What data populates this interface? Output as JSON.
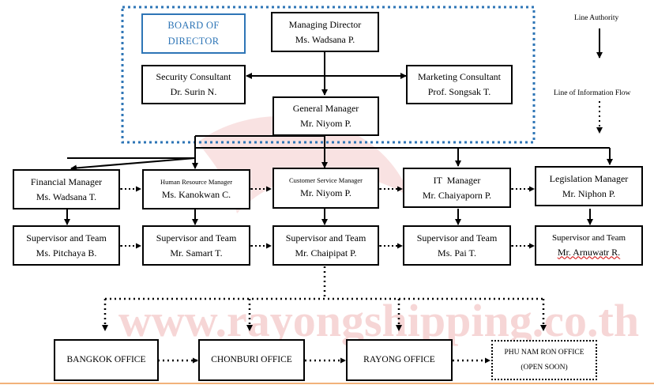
{
  "watermark": {
    "text": "www.rayongshipping.co.th",
    "color": "#f4c9c9"
  },
  "board": {
    "line1": "BOARD OF",
    "line2": "DIRECTOR"
  },
  "managing_director": {
    "title": "Managing Director",
    "name": "Ms. Wadsana P."
  },
  "security_consultant": {
    "title": "Security Consultant",
    "name": "Dr. Surin N."
  },
  "marketing_consultant": {
    "title": "Marketing Consultant",
    "name": "Prof. Songsak T."
  },
  "general_manager": {
    "title": "General Manager",
    "name": "Mr. Niyom P."
  },
  "managers": [
    {
      "title": "Financial Manager",
      "name": "Ms. Wadsana T."
    },
    {
      "title": "Human Resource Manager",
      "name": "Ms. Kanokwan C."
    },
    {
      "title": "Customer Service Manager",
      "name": "Mr. Niyom P."
    },
    {
      "title": "IT  Manager",
      "name": "Mr. Chaiyaporn P."
    },
    {
      "title": "Legislation Manager",
      "name": "Mr. Niphon P."
    }
  ],
  "supervisors": [
    {
      "title": "Supervisor and Team",
      "name": "Ms. Pitchaya B."
    },
    {
      "title": "Supervisor and Team",
      "name": "Mr. Samart T."
    },
    {
      "title": "Supervisor and Team",
      "name": "Mr. Chaipipat P."
    },
    {
      "title": "Supervisor and Team",
      "name": "Ms. Pai T."
    },
    {
      "title": "Supervisor and Team",
      "name": "Mr. Arnuwatr R."
    }
  ],
  "offices": [
    {
      "name": "BANGKOK OFFICE"
    },
    {
      "name": "CHONBURI OFFICE"
    },
    {
      "name": "RAYONG OFFICE"
    },
    {
      "name": "PHU NAM RON OFFICE",
      "note": "(OPEN SOON)"
    }
  ],
  "legend": {
    "line_authority": "Line Authority",
    "line_information": "Line of Information Flow"
  },
  "colors": {
    "board_dotted_border": "#2e75b6",
    "board_box": "#2e75b6"
  }
}
